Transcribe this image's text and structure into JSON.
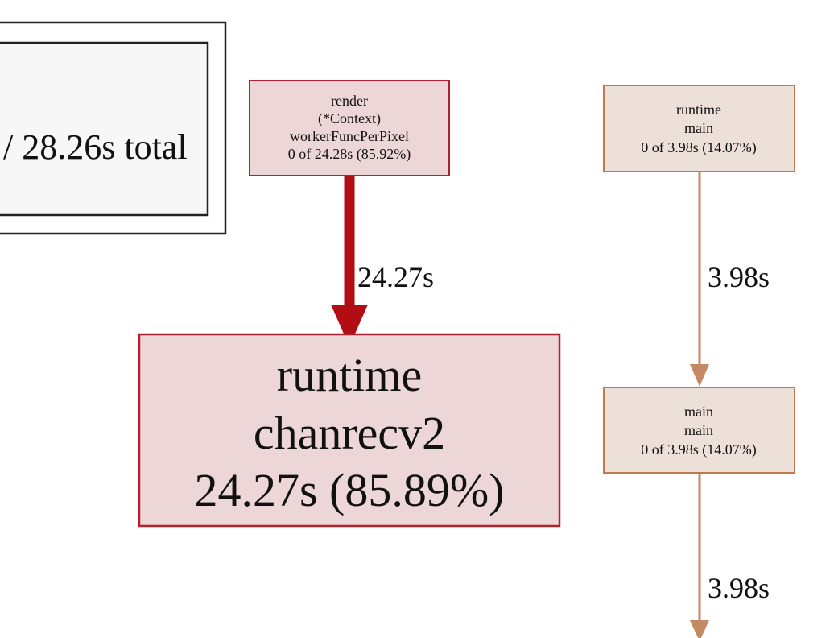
{
  "legend": {
    "text": "/ 28.26s total"
  },
  "nodes": {
    "render_worker": {
      "lines": [
        "render",
        "(*Context)",
        "workerFuncPerPixel",
        "0 of 24.28s (85.92%)"
      ]
    },
    "runtime_chanrecv2": {
      "lines": [
        "runtime",
        "chanrecv2",
        "24.27s (85.89%)"
      ]
    },
    "runtime_main": {
      "lines": [
        "runtime",
        "main",
        "0 of 3.98s (14.07%)"
      ]
    },
    "main_main": {
      "lines": [
        "main",
        "main",
        "0 of 3.98s (14.07%)"
      ]
    }
  },
  "edges": {
    "render_to_chanrecv2": {
      "label": "24.27s"
    },
    "runtime_main_to_main_main": {
      "label": "3.98s"
    },
    "main_main_to_next": {
      "label": "3.98s"
    }
  },
  "colors": {
    "hot_fill": "#edd6d8",
    "hot_stroke": "#b2222b",
    "hot_edge": "#b20d12",
    "warm_fill": "#ede0d9",
    "warm_stroke": "#c07a4f",
    "warm_edge": "#c48a63",
    "legend_fill": "#f7f7f7",
    "legend_stroke": "#222222"
  }
}
